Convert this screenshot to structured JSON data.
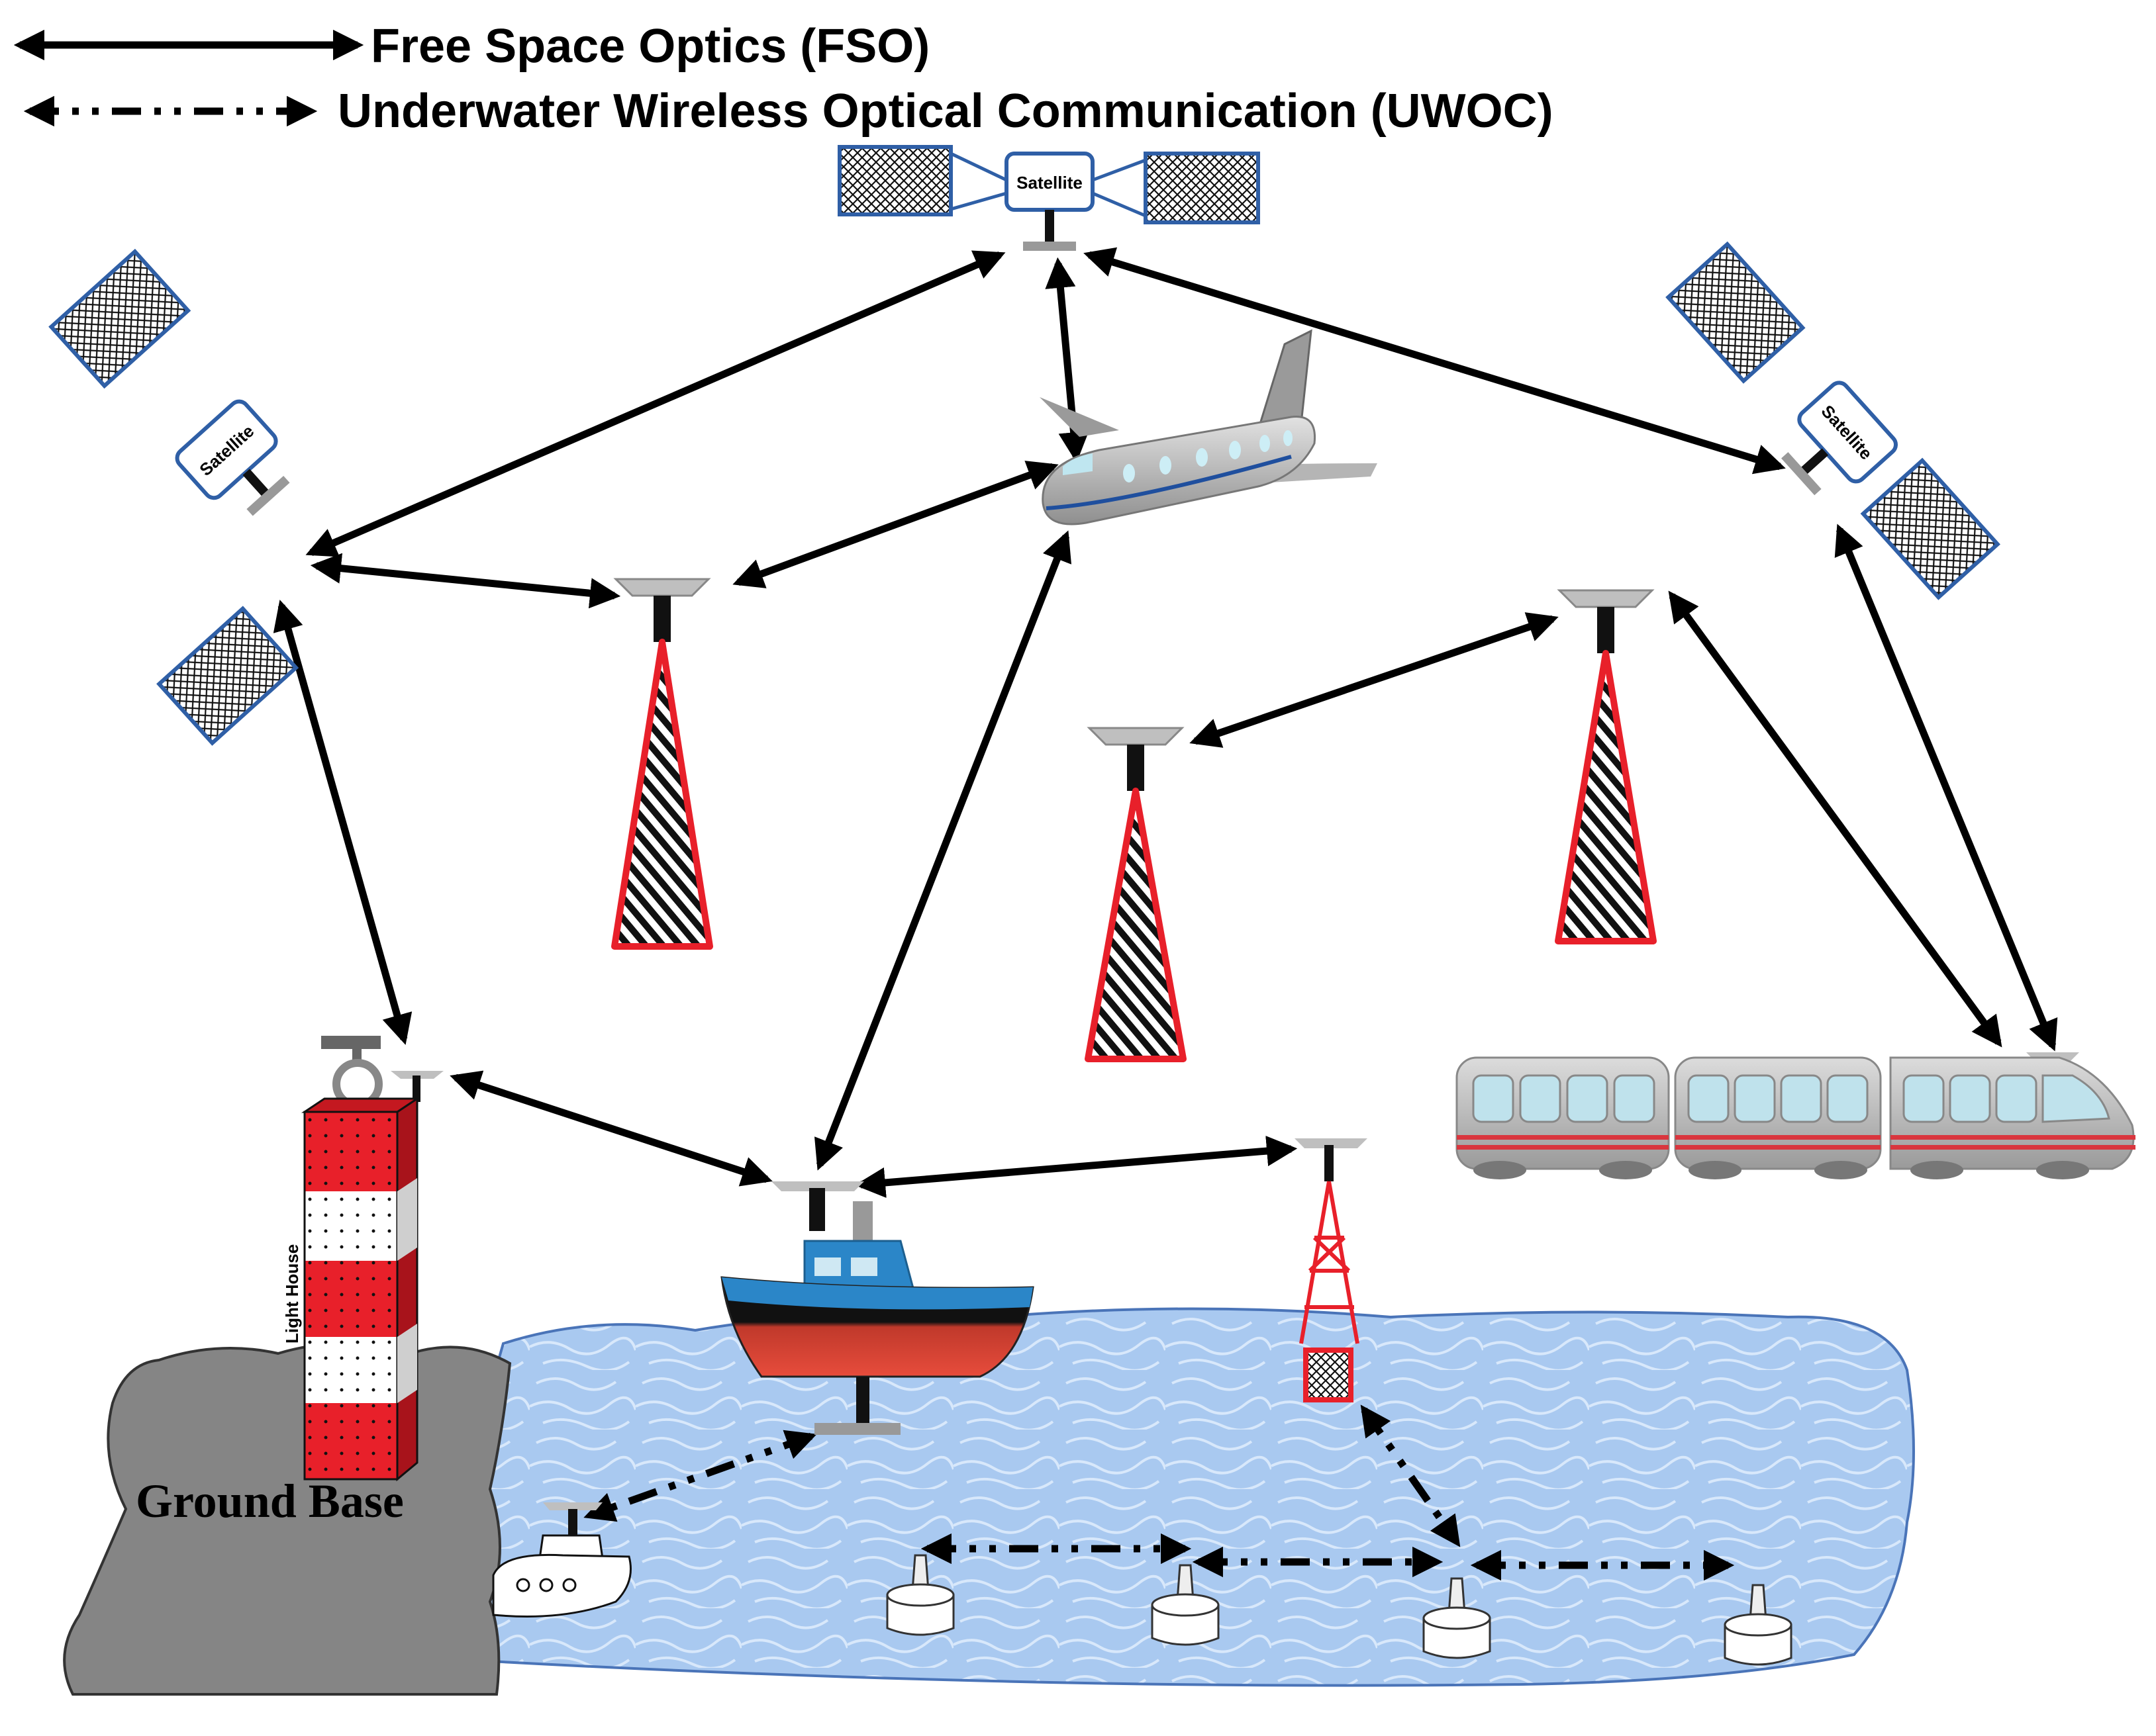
{
  "legend": {
    "fso_label": "Free Space Optics (FSO)",
    "uwoc_label": "Underwater Wireless Optical Communication (UWOC)"
  },
  "satellite_label": "Satellite",
  "lighthouse_label": "Light House",
  "ground_base_label": "Ground Base",
  "colors": {
    "satellite_outline": "#2f5fa6",
    "tower_red": "#e8202a",
    "water": "#a8c8ee",
    "ground": "#858585",
    "boat_blue": "#2b86c8",
    "boat_red": "#e43c2c",
    "train_stripe": "#d9363e"
  },
  "icons": [
    "satellite-icon",
    "airplane-icon",
    "tower-icon",
    "lighthouse-icon",
    "boat-icon",
    "train-icon",
    "buoy-icon",
    "submarine-icon",
    "sensor-node-icon"
  ]
}
